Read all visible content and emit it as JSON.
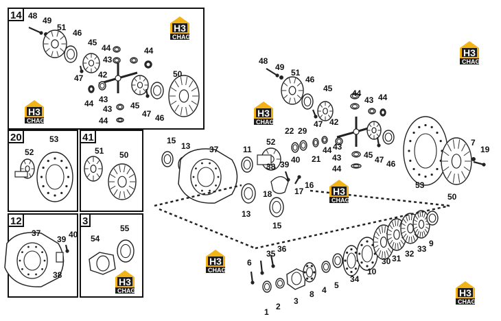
{
  "logo": {
    "mark": "H3",
    "text": "CHAG",
    "color": "#f2b318"
  },
  "boxes": [
    {
      "id": "box-14",
      "title": "14"
    },
    {
      "id": "box-20",
      "title": "20"
    },
    {
      "id": "box-41",
      "title": "41"
    },
    {
      "id": "box-12",
      "title": "12"
    },
    {
      "id": "box-3",
      "title": "3"
    }
  ],
  "callouts": {
    "b14": [
      "48",
      "49",
      "51",
      "46",
      "45",
      "44",
      "43",
      "44",
      "42",
      "50",
      "47",
      "43",
      "44",
      "43",
      "45",
      "47",
      "46",
      "44"
    ],
    "b20": [
      "52",
      "53"
    ],
    "b41": [
      "51",
      "50"
    ],
    "b12": [
      "37",
      "39",
      "40",
      "38"
    ],
    "b3": [
      "54",
      "55"
    ],
    "main": [
      "48",
      "49",
      "51",
      "46",
      "45",
      "44",
      "43",
      "44",
      "47",
      "42",
      "43",
      "45",
      "47",
      "46",
      "44",
      "43",
      "22",
      "29",
      "21",
      "44",
      "52",
      "38",
      "40",
      "39",
      "11",
      "37",
      "13",
      "15",
      "13",
      "15",
      "18",
      "17",
      "16",
      "53",
      "7",
      "19",
      "50",
      "9",
      "33",
      "32",
      "31",
      "30",
      "10",
      "34",
      "5",
      "4",
      "8",
      "3",
      "2",
      "1",
      "6",
      "35",
      "36"
    ]
  }
}
